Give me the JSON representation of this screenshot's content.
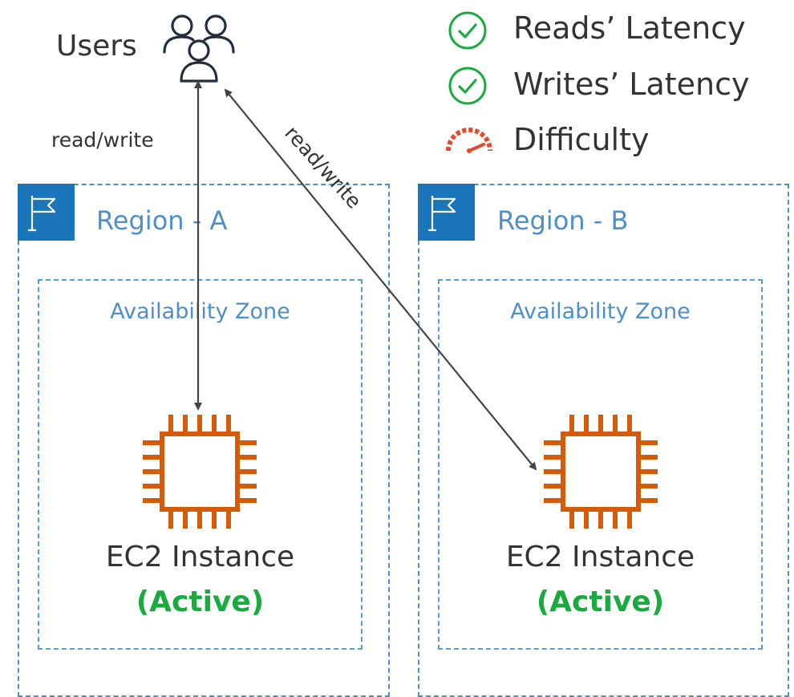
{
  "users": {
    "label": "Users",
    "icon": "users-icon"
  },
  "legend": [
    {
      "label": "Reads’ Latency",
      "icon": "check-circle-icon",
      "color": "#1aab3f"
    },
    {
      "label": "Writes’ Latency",
      "icon": "check-circle-icon",
      "color": "#1aab3f"
    },
    {
      "label": "Difficulty",
      "icon": "gauge-icon",
      "color": "#e8482c"
    }
  ],
  "edges": {
    "a": {
      "label": "read/write"
    },
    "b": {
      "label": "read/write"
    }
  },
  "regions": [
    {
      "title": "Region - A",
      "az_title": "Availability Zone",
      "instance": {
        "label": "EC2 Instance",
        "status": "(Active)"
      }
    },
    {
      "title": "Region - B",
      "az_title": "Availability Zone",
      "instance": {
        "label": "EC2 Instance",
        "status": "(Active)"
      }
    }
  ],
  "colors": {
    "region_border": "#4d8fcc",
    "flag_tile": "#1a75bb",
    "ec2": "#d45b07",
    "active": "#1aab3f",
    "arrow": "#444444"
  }
}
